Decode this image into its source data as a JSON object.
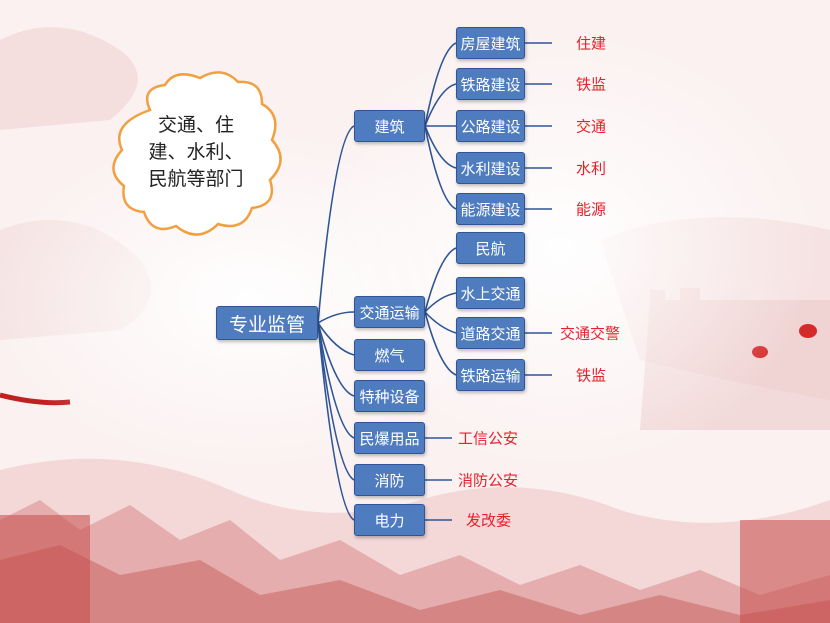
{
  "root": "专业监管",
  "cloud_text": "交通、住建、水利、民航等部门",
  "categories": {
    "c1": "建筑",
    "c2": "交通运输",
    "c3": "燃气",
    "c4": "特种设备",
    "c5": "民爆用品",
    "c6": "消防",
    "c7": "电力"
  },
  "subitems": {
    "s1": "房屋建筑",
    "s2": "铁路建设",
    "s3": "公路建设",
    "s4": "水利建设",
    "s5": "能源建设",
    "s6": "民航",
    "s7": "水上交通",
    "s8": "道路交通",
    "s9": "铁路运输"
  },
  "departments": {
    "d1": "住建",
    "d2": "铁监",
    "d3": "交通",
    "d4": "水利",
    "d5": "能源",
    "d8": "交通交警",
    "d9": "铁监",
    "dc5": "工信公安",
    "dc6": "消防公安",
    "dc7": "发改委"
  },
  "colors": {
    "box_fill": "#4f7bbf",
    "box_border": "#2f5597",
    "dept_text": "#e8202a",
    "cloud_stroke": "#f0a040"
  }
}
